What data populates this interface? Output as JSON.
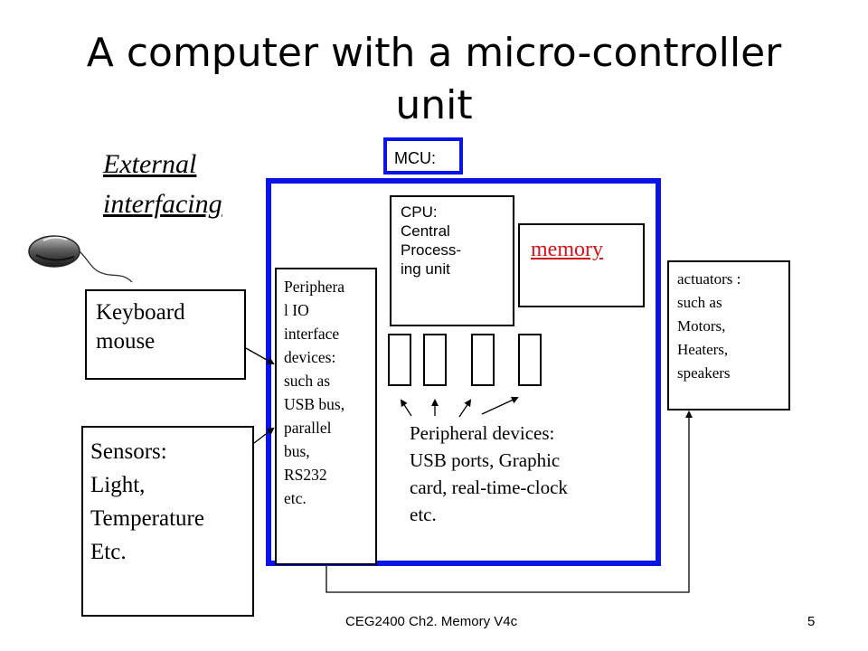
{
  "slide": {
    "title": "A computer with a micro-controller unit",
    "external_label": "External interfacing",
    "footer_course": "CEG2400 Ch2. Memory V4c",
    "page_number": "5"
  },
  "mcu": {
    "label": "MCU:",
    "border_color": "#0a14e6",
    "cpu_lines": [
      "CPU:",
      "Central",
      "Process-",
      "ing unit"
    ],
    "memory_label": "memory",
    "memory_color": "#d4141c",
    "peripheral_io_lines": [
      "Periphera",
      "l IO",
      "interface",
      "devices:",
      "such as",
      "USB bus,",
      "parallel",
      "bus,",
      "RS232",
      "etc."
    ],
    "peripheral_devices_lines": [
      "Peripheral devices:",
      "USB ports, Graphic",
      "card, real-time-clock",
      "etc."
    ]
  },
  "external": {
    "keyboard_lines": [
      "Keyboard",
      "mouse"
    ],
    "sensors_lines": [
      "Sensors:",
      "Light,",
      "Temperature",
      "Etc."
    ],
    "actuators_lines": [
      "actuators :",
      "such as",
      "Motors,",
      "Heaters,",
      "speakers"
    ]
  },
  "icons": {
    "mouse": "computer-mouse-icon"
  }
}
